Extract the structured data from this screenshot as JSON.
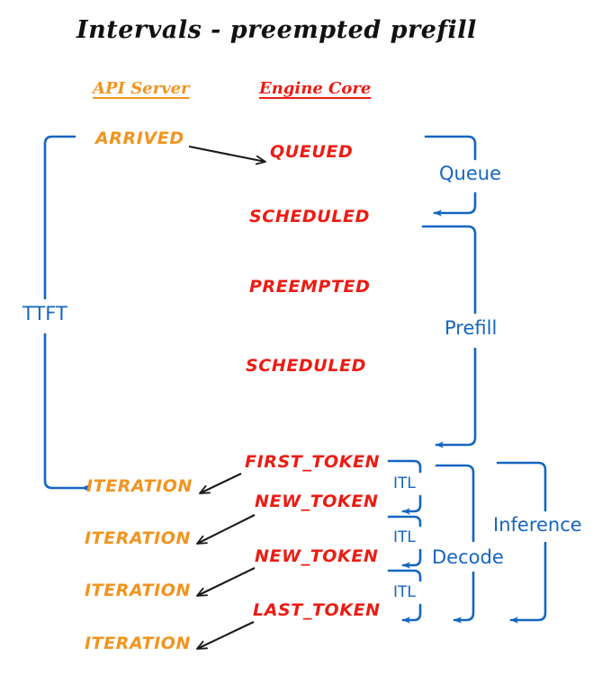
{
  "title": "Intervals - preempted prefill",
  "colors": {
    "orange": "#F2941F",
    "red": "#EC1C13",
    "blue": "#1565C0",
    "black": "#111111",
    "background": "#FFFFFF"
  },
  "columns": [
    {
      "label": "API Server",
      "color": "#F2941F"
    },
    {
      "label": "Engine Core",
      "color": "#EC1C13"
    }
  ],
  "api_server_events": [
    {
      "label": "ARRIVED"
    },
    {
      "label": "ITERATION"
    },
    {
      "label": "ITERATION"
    },
    {
      "label": "ITERATION"
    },
    {
      "label": "ITERATION"
    }
  ],
  "engine_core_events": [
    {
      "label": "QUEUED"
    },
    {
      "label": "SCHEDULED"
    },
    {
      "label": "PREEMPTED"
    },
    {
      "label": "SCHEDULED"
    },
    {
      "label": "FIRST_TOKEN"
    },
    {
      "label": "NEW_TOKEN"
    },
    {
      "label": "NEW_TOKEN"
    },
    {
      "label": "LAST_TOKEN"
    }
  ],
  "intervals": [
    {
      "name": "TTFT",
      "label": "TTFT"
    },
    {
      "name": "Queue",
      "label": "Queue"
    },
    {
      "name": "Prefill",
      "label": "Prefill"
    },
    {
      "name": "ITL-1",
      "label": "ITL"
    },
    {
      "name": "ITL-2",
      "label": "ITL"
    },
    {
      "name": "ITL-3",
      "label": "ITL"
    },
    {
      "name": "Decode",
      "label": "Decode"
    },
    {
      "name": "Inference",
      "label": "Inference"
    }
  ]
}
